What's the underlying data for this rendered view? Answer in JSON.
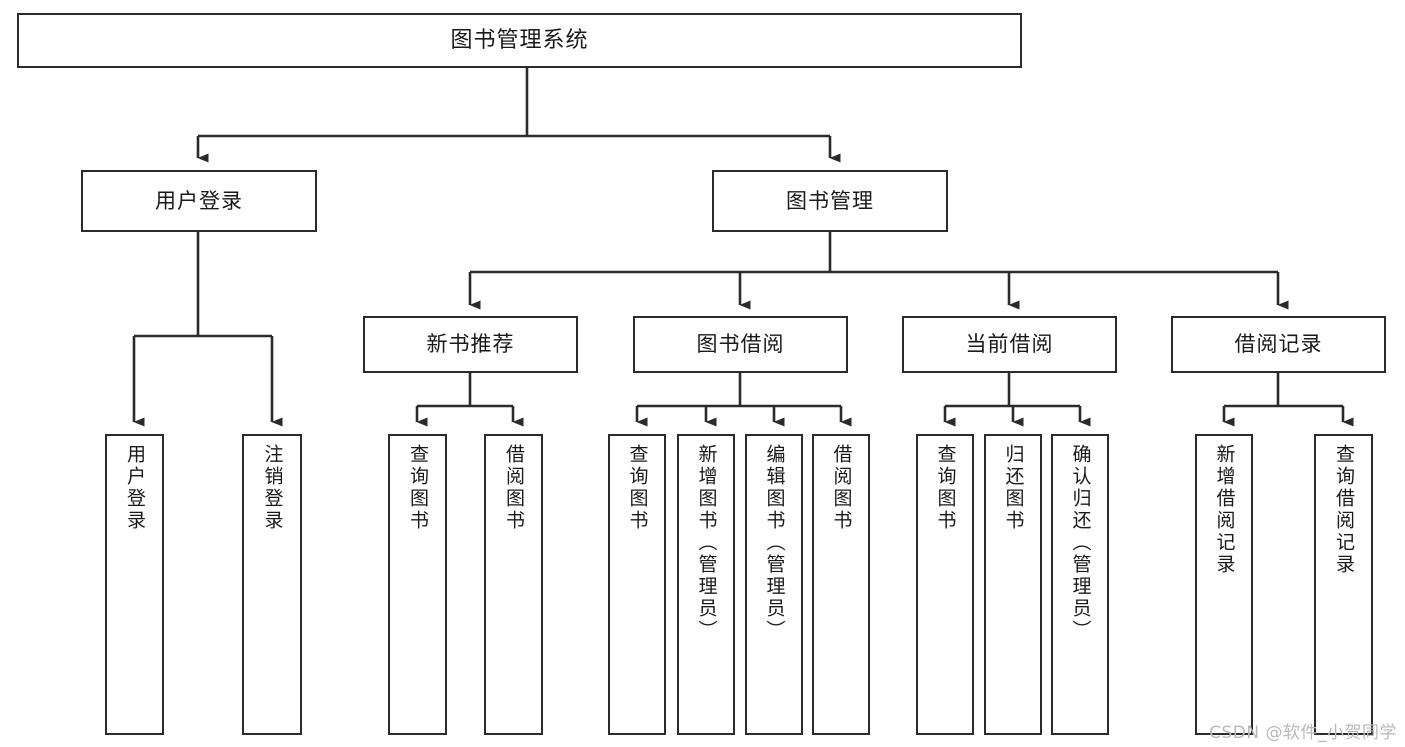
{
  "diagram": {
    "title": "图书管理系统",
    "type": "tree-hierarchy-chart",
    "watermark": "CSDN @软件_小贺同学",
    "colors": {
      "box_border": "#2b2b2b",
      "box_fill": "#ffffff",
      "edge": "#2b2b2b",
      "text": "#1a1a1a",
      "watermark": "#b9b9b9"
    },
    "nodes": {
      "root": {
        "label": "图书管理系统"
      },
      "level2": [
        {
          "id": "user-login",
          "label": "用户登录"
        },
        {
          "id": "book-management",
          "label": "图书管理"
        }
      ],
      "level3": [
        {
          "id": "new-book-recommend",
          "label": "新书推荐"
        },
        {
          "id": "book-borrow",
          "label": "图书借阅"
        },
        {
          "id": "current-borrow",
          "label": "当前借阅"
        },
        {
          "id": "borrow-record",
          "label": "借阅记录"
        }
      ],
      "leaves": {
        "user_login": [
          {
            "id": "leaf-user-login",
            "label": "用户登录"
          },
          {
            "id": "leaf-logout-login",
            "label": "注销登录"
          }
        ],
        "new_book_recommend": [
          {
            "id": "leaf-query-book-1",
            "label": "查询图书"
          },
          {
            "id": "leaf-borrow-book-1",
            "label": "借阅图书"
          }
        ],
        "book_borrow": [
          {
            "id": "leaf-query-book-2",
            "label": "查询图书"
          },
          {
            "id": "leaf-add-book-admin",
            "label": "新增图书（管理员）"
          },
          {
            "id": "leaf-edit-book-admin",
            "label": "编辑图书（管理员）"
          },
          {
            "id": "leaf-borrow-book-2",
            "label": "借阅图书"
          }
        ],
        "current_borrow": [
          {
            "id": "leaf-query-book-3",
            "label": "查询图书"
          },
          {
            "id": "leaf-return-book",
            "label": "归还图书"
          },
          {
            "id": "leaf-confirm-return-admin",
            "label": "确认归还（管理员）"
          }
        ],
        "borrow_record": [
          {
            "id": "leaf-add-borrow-record",
            "label": "新增借阅记录"
          },
          {
            "id": "leaf-query-borrow-record",
            "label": "查询借阅记录"
          }
        ]
      }
    }
  }
}
